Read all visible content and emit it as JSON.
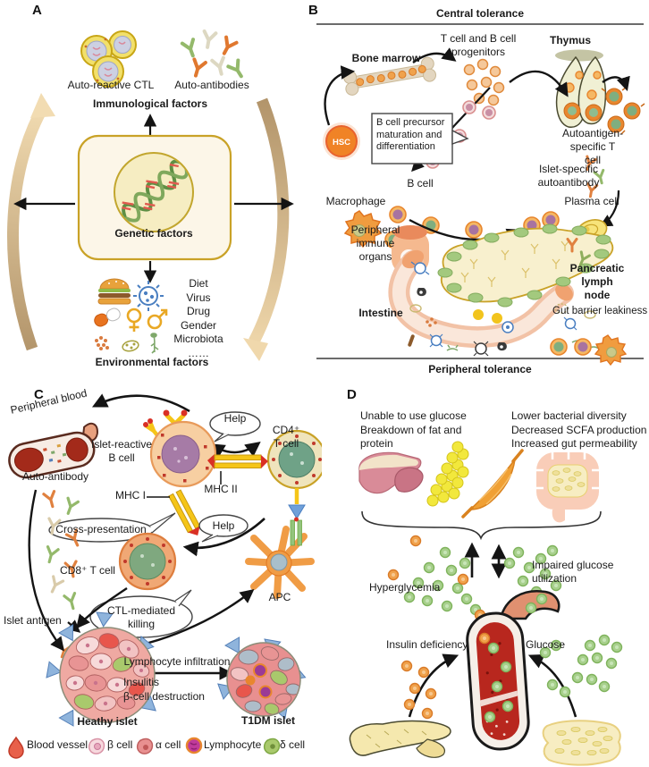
{
  "figure_title": "Pathogenesis of type 1 diabetes mellitus (four-panel scientific diagram)",
  "colors": {
    "golden_accent": "#C9A227",
    "orange_cell": "#E8862E",
    "green_node": "#9CC47E",
    "tan_arrow_dark": "#B89A6E",
    "tan_arrow_light": "#F2DCB2",
    "red_blood": "#B8271E",
    "blue_antigen": "#8FB4DC",
    "glucose_green": "#A8D08D",
    "insulin_orange": "#F0A24C"
  },
  "panel_a": {
    "letter": "A",
    "auto_reactive_ctl": "Auto-reactive CTL",
    "auto_antibodies": "Auto-antibodies",
    "immunological_factors": "Immunological factors",
    "genetic_factors": "Genetic factors",
    "env_list": "Diet\nVirus\nDrug\nGender\nMicrobiota\n……",
    "environmental_factors": "Environmental factors"
  },
  "panel_b": {
    "letter": "B",
    "central_tolerance": "Central tolerance",
    "bone_marrow": "Bone marrow",
    "progenitors": "T cell and B cell\nprogenitors",
    "thymus": "Thymus",
    "hsc": "HSC",
    "b_cell_precursor": "B cell precursor\nmaturation and\ndifferentiation",
    "autoantigen_t_cell": "Autoantigen-\nspecific T cell",
    "islet_specific_autoantibody": "Islet-specific\nautoantibody",
    "plasma_cell": "Plasma cell",
    "b_cell": "B cell",
    "macrophage": "Macrophage",
    "peripheral_immune_organs": "Peripheral\nimmune\norgans",
    "intestine": "Intestine",
    "pancreatic_lymph_node": "Pancreatic\nlymph node",
    "gut_barrier_leakiness": "Gut barrier leakiness",
    "peripheral_tolerance": "Peripheral tolerance"
  },
  "panel_c": {
    "letter": "C",
    "peripheral_blood": "Peripheral blood",
    "islet_reactive_b_cell": "Islet-reactive\nB cell",
    "help_top": "Help",
    "help_mid": "Help",
    "cd4_t_cell": "CD4⁺ T cell",
    "auto_antibody": "Auto-antibody",
    "mhc_i": "MHC I",
    "mhc_ii": "MHC II",
    "cross_presentation": "Cross-presentation",
    "cd8_t_cell": "CD8⁺ T cell",
    "apc": "APC",
    "ctl_mediated_killing": "CTL-mediated\nkilling",
    "islet_antigen": "Islet antigen",
    "healthy_islet": "Heathy islet",
    "lymphocyte_infiltration": "Lymphocyte infiltration",
    "insulitis": "Insulitis",
    "beta_cell_destruction": "β-cell destruction",
    "t1dm_islet": "T1DM islet",
    "legend": [
      {
        "label": "Blood vessel"
      },
      {
        "label": "β cell"
      },
      {
        "label": "α cell"
      },
      {
        "label": "Lymphocyte"
      },
      {
        "label": "δ cell"
      }
    ]
  },
  "panel_d": {
    "letter": "D",
    "metabolic_text": "Unable to use glucose\nBreakdown of fat and\nprotein",
    "gut_text": "Lower bacterial diversity\nDecreased SCFA production\nIncreased gut permeability",
    "hyperglycemia": "Hyperglycemia",
    "impaired_glucose": "Impaired glucose\nutilization",
    "insulin_deficiency": "Insulin deficiency",
    "glucose": "Glucose"
  }
}
